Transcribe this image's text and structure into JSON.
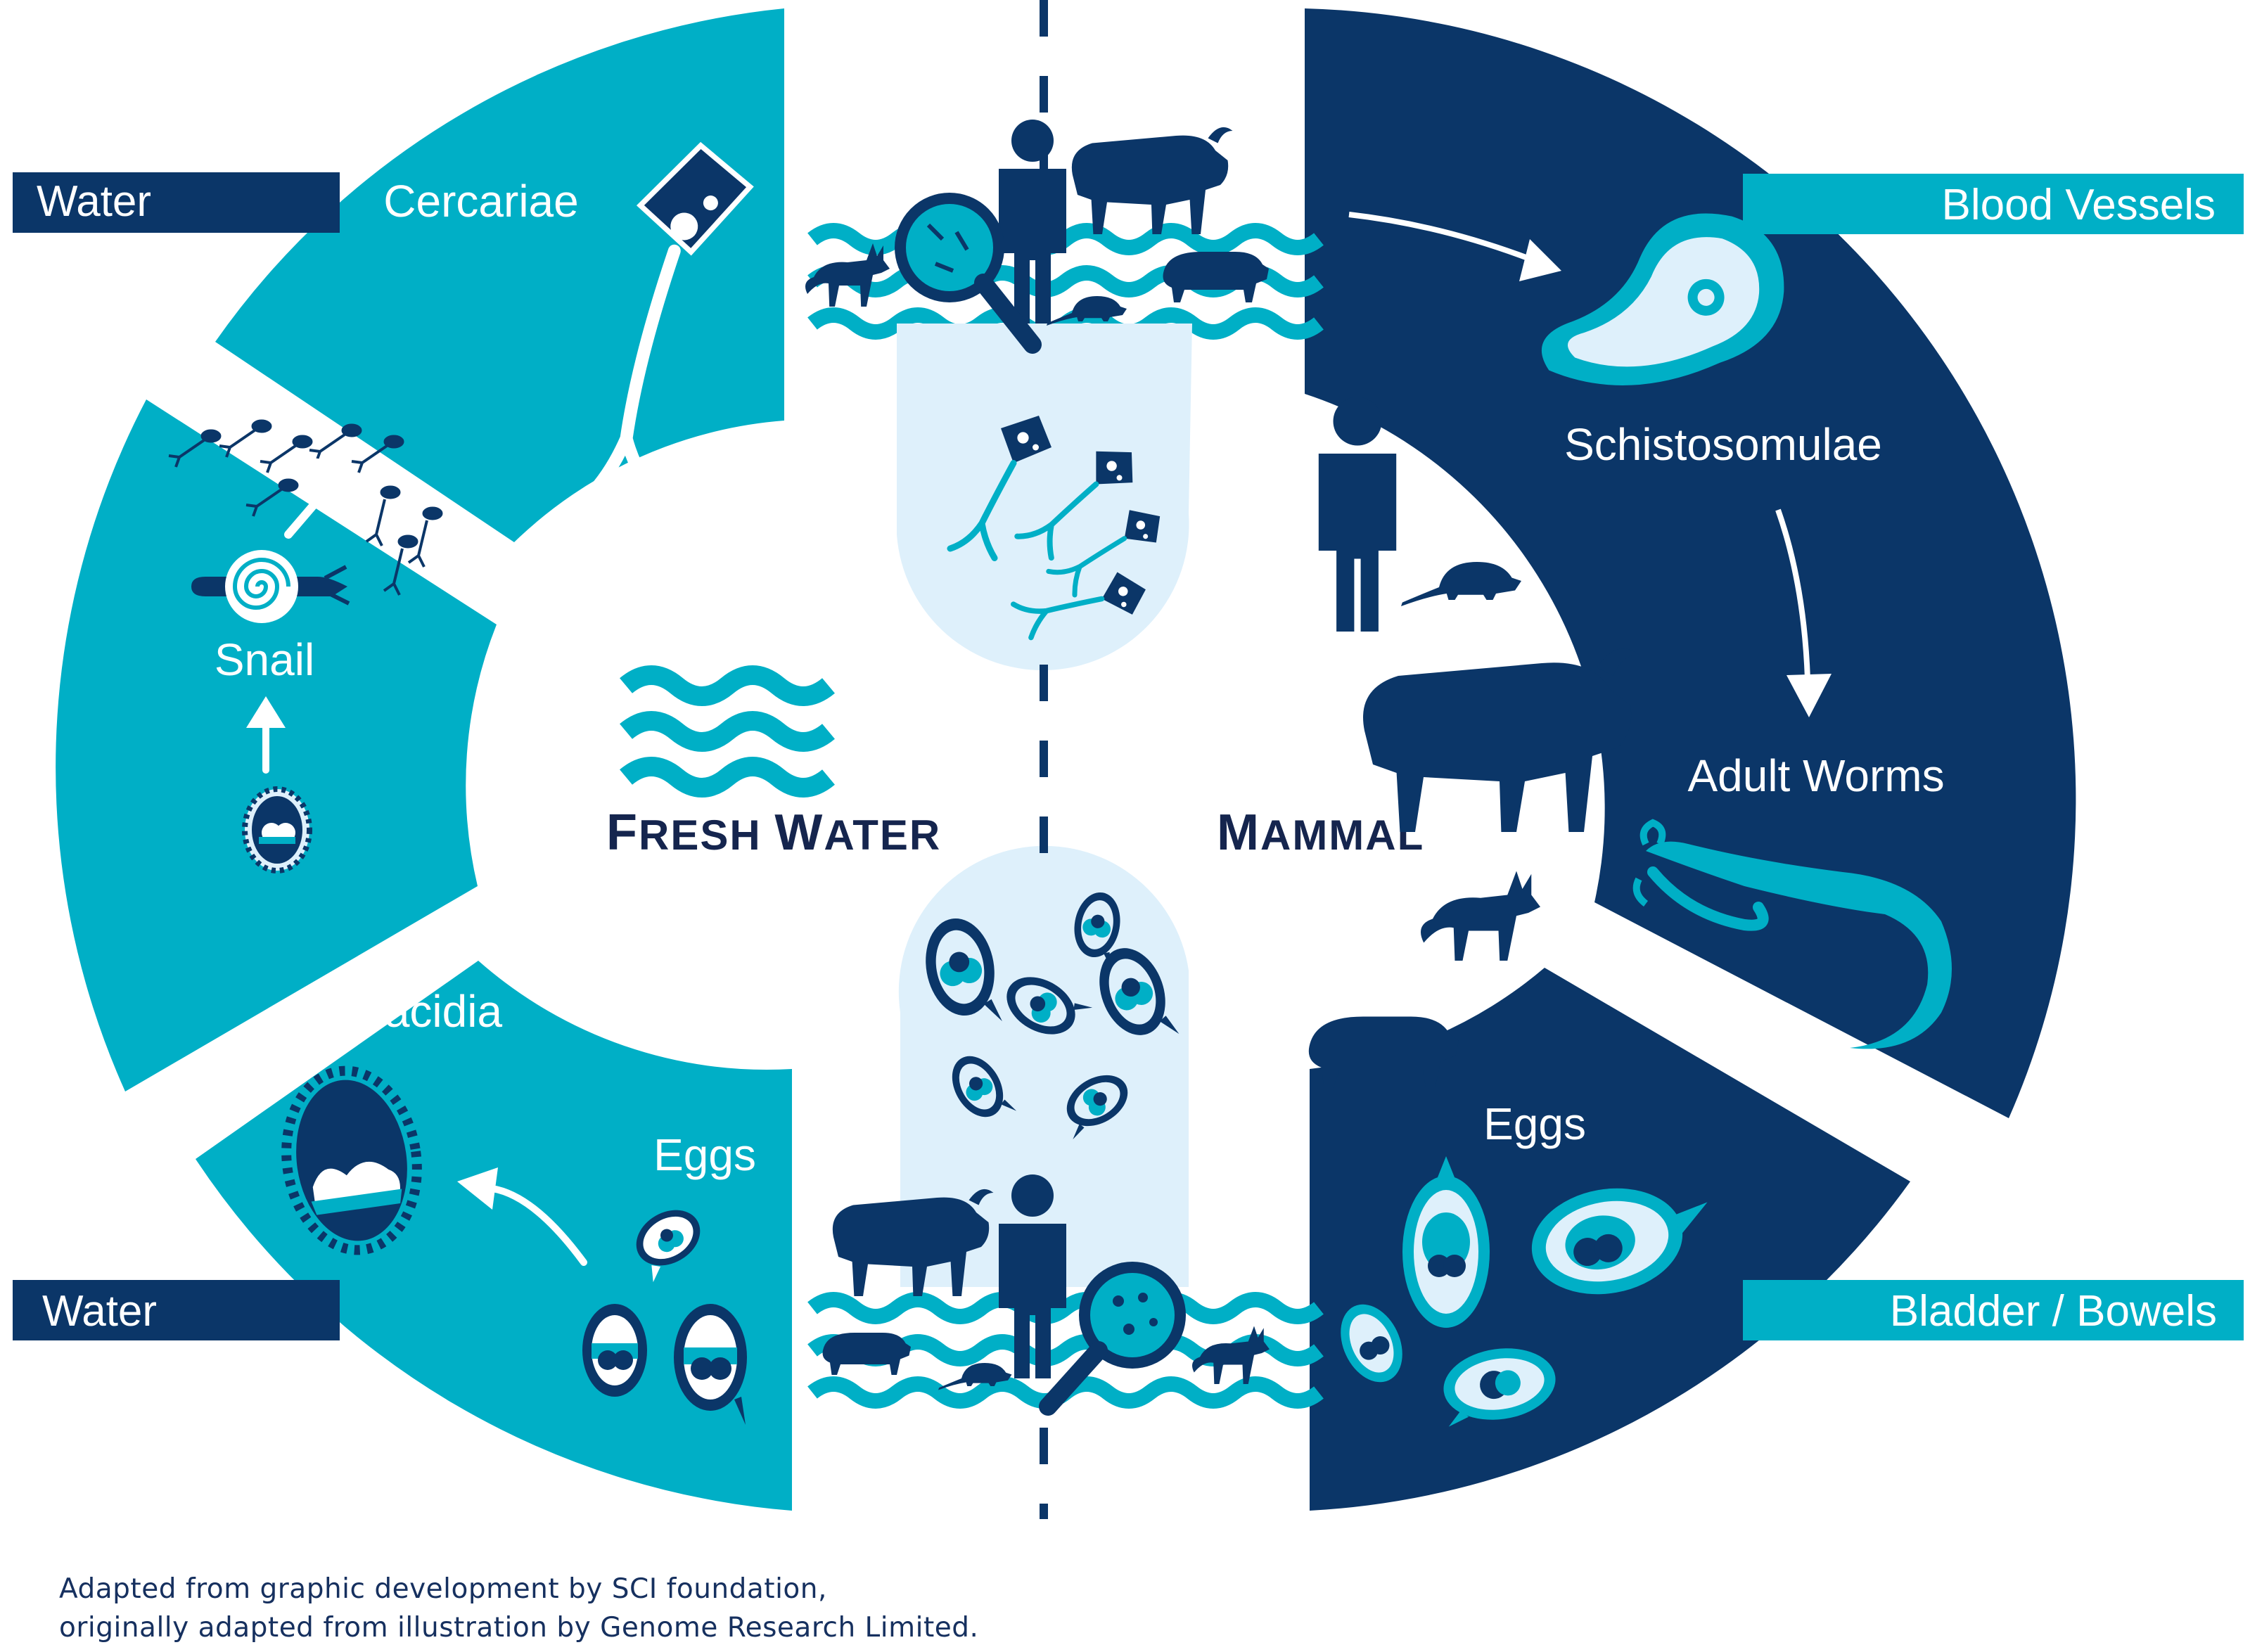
{
  "labels": {
    "water_top": "Water",
    "water_bottom": "Water",
    "cercariae": "Cercariae",
    "snail": "Snail",
    "miracidia": "Miracidia",
    "eggs_left": "Eggs",
    "blood_vessels": "Blood Vessels",
    "schistosomulae": "Schistosomulae",
    "adult_worms": "Adult Worms",
    "eggs_right": "Eggs",
    "bladder_bowels": "Bladder / Bowels"
  },
  "center": {
    "fresh_water_f": "F",
    "fresh_water_rest1": "RESH ",
    "fresh_water_w": "W",
    "fresh_water_rest2": "ATER",
    "mammal_m": "M",
    "mammal_rest": "AMMAL"
  },
  "caption": {
    "line1": "Adapted from graphic development by SCI foundation,",
    "line2": "originally adapted from illustration by Genome Research Limited."
  },
  "colors": {
    "teal": "#00afc6",
    "navy": "#0b3668",
    "light_blue": "#def0fb",
    "white": "#ffffff"
  },
  "icons": [
    "human-icon",
    "buffalo-icon",
    "rat-icon",
    "fox-icon",
    "pig-icon",
    "magnifier-icon",
    "snail-icon",
    "worm-icon",
    "cercaria-icon",
    "egg-icon",
    "wave-icon",
    "arrow-icon"
  ]
}
